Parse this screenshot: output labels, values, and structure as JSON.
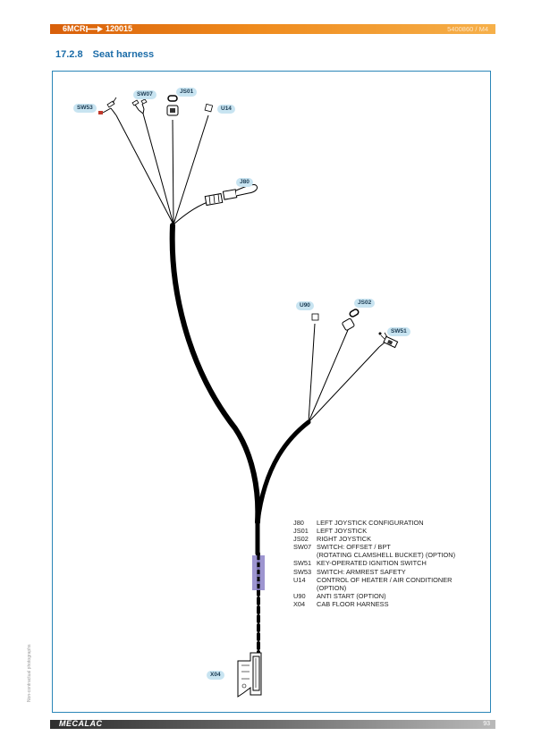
{
  "header": {
    "model": "6MCR",
    "serial": "120015",
    "doc_ref": "5400860 / M4"
  },
  "section": {
    "number": "17.2.8",
    "title": "Seat harness"
  },
  "connectors": {
    "sw53": "SW53",
    "sw07": "SW07",
    "js01": "JS01",
    "u14": "U14",
    "j80": "J80",
    "u90": "U90",
    "js02": "JS02",
    "sw51": "SW51",
    "x04": "X04"
  },
  "legend": [
    {
      "code": "J80",
      "desc": "LEFT JOYSTICK CONFIGURATION"
    },
    {
      "code": "JS01",
      "desc": "LEFT JOYSTICK"
    },
    {
      "code": "JS02",
      "desc": "RIGHT JOYSTICK"
    },
    {
      "code": "SW07",
      "desc": "SWITCH: OFFSET / BPT"
    },
    {
      "code": "",
      "desc": "(ROTATING CLAMSHELL BUCKET) (OPTION)"
    },
    {
      "code": "SW51",
      "desc": "KEY-OPERATED IGNITION SWITCH"
    },
    {
      "code": "SW53",
      "desc": "SWITCH: ARMREST SAFETY"
    },
    {
      "code": "U14",
      "desc": "CONTROL OF HEATER / AIR CONDITIONER"
    },
    {
      "code": "",
      "desc": "(OPTION)"
    },
    {
      "code": "U90",
      "desc": "ANTI START (OPTION)"
    },
    {
      "code": "X04",
      "desc": "CAB FLOOR HARNESS"
    }
  ],
  "side_note": "Non-contractual photographs",
  "footer": {
    "logo_text": "MECALAC",
    "page": "93"
  },
  "colors": {
    "header_orange": "#e8781a",
    "title_blue": "#1b6ca8",
    "tag_fill": "#c8e4f1",
    "sleeve_purple": "#8c82c8"
  }
}
